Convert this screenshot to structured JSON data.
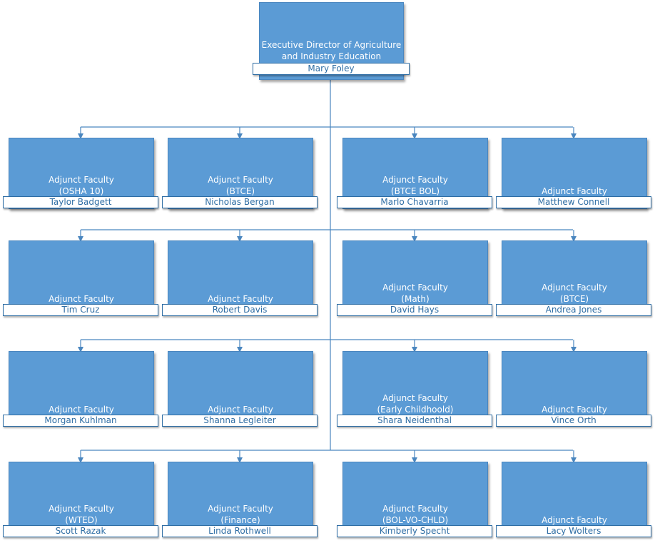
{
  "top": {
    "title_line1": "Executive Director of Agriculture",
    "title_line2": "and Industry Education",
    "name": "Mary Foley"
  },
  "staff": [
    {
      "title": "Adjunct Faculty",
      "detail": "(OSHA 10)",
      "name": "Taylor Badgett"
    },
    {
      "title": "Adjunct Faculty",
      "detail": "(BTCE)",
      "name": "Nicholas Bergan"
    },
    {
      "title": "Adjunct Faculty",
      "detail": "(BTCE BOL)",
      "name": "Marlo Chavarria"
    },
    {
      "title": "Adjunct Faculty",
      "detail": "",
      "name": "Matthew Connell"
    },
    {
      "title": "Adjunct Faculty",
      "detail": "",
      "name": "Tim Cruz"
    },
    {
      "title": "Adjunct Faculty",
      "detail": "",
      "name": "Robert Davis"
    },
    {
      "title": "Adjunct Faculty",
      "detail": "(Math)",
      "name": "David Hays"
    },
    {
      "title": "Adjunct Faculty",
      "detail": "(BTCE)",
      "name": "Andrea Jones"
    },
    {
      "title": "Adjunct Faculty",
      "detail": "",
      "name": "Morgan Kuhlman"
    },
    {
      "title": "Adjunct Faculty",
      "detail": "",
      "name": "Shanna Legleiter"
    },
    {
      "title": "Adjunct Faculty",
      "detail": "(Early Childhoold)",
      "name": "Shara Neidenthal"
    },
    {
      "title": "Adjunct Faculty",
      "detail": "",
      "name": "Vince Orth"
    },
    {
      "title": "Adjunct Faculty",
      "detail": "(WTED)",
      "name": "Scott Razak"
    },
    {
      "title": "Adjunct Faculty",
      "detail": "(Finance)",
      "name": "Linda Rothwell"
    },
    {
      "title": "Adjunct Faculty",
      "detail": "(BOL-VO-CHLD)",
      "name": "Kimberly Specht"
    },
    {
      "title": "Adjunct Faculty",
      "detail": "",
      "name": "Lacy Wolters"
    }
  ]
}
